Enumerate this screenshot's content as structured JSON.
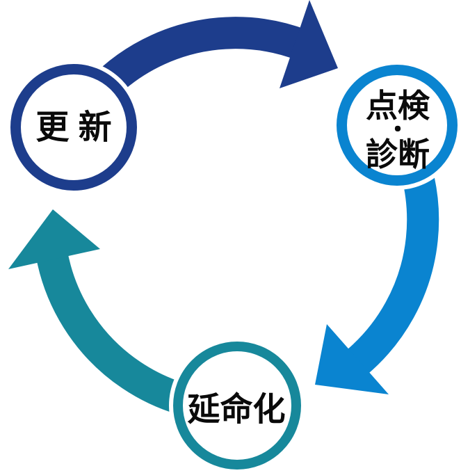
{
  "diagram": {
    "kind": "cycle-diagram",
    "colors": {
      "navy": "#1d3d8c",
      "blue": "#0a84d0",
      "teal": "#17889b",
      "node_fill": "#ffffff",
      "text": "#0a0a0a",
      "background": "#ffffff"
    },
    "nodes": {
      "update": {
        "label": "更 新"
      },
      "inspection": {
        "label": "点検・診断",
        "lines": [
          "点検",
          "・",
          "診断"
        ]
      },
      "life_extension": {
        "label": "延命化"
      }
    },
    "arrows": {
      "update_to_inspection": {
        "color": "#1d3d8c"
      },
      "inspection_to_life_extension": {
        "color": "#0a84d0"
      },
      "life_extension_to_update": {
        "color": "#17889b"
      }
    }
  }
}
